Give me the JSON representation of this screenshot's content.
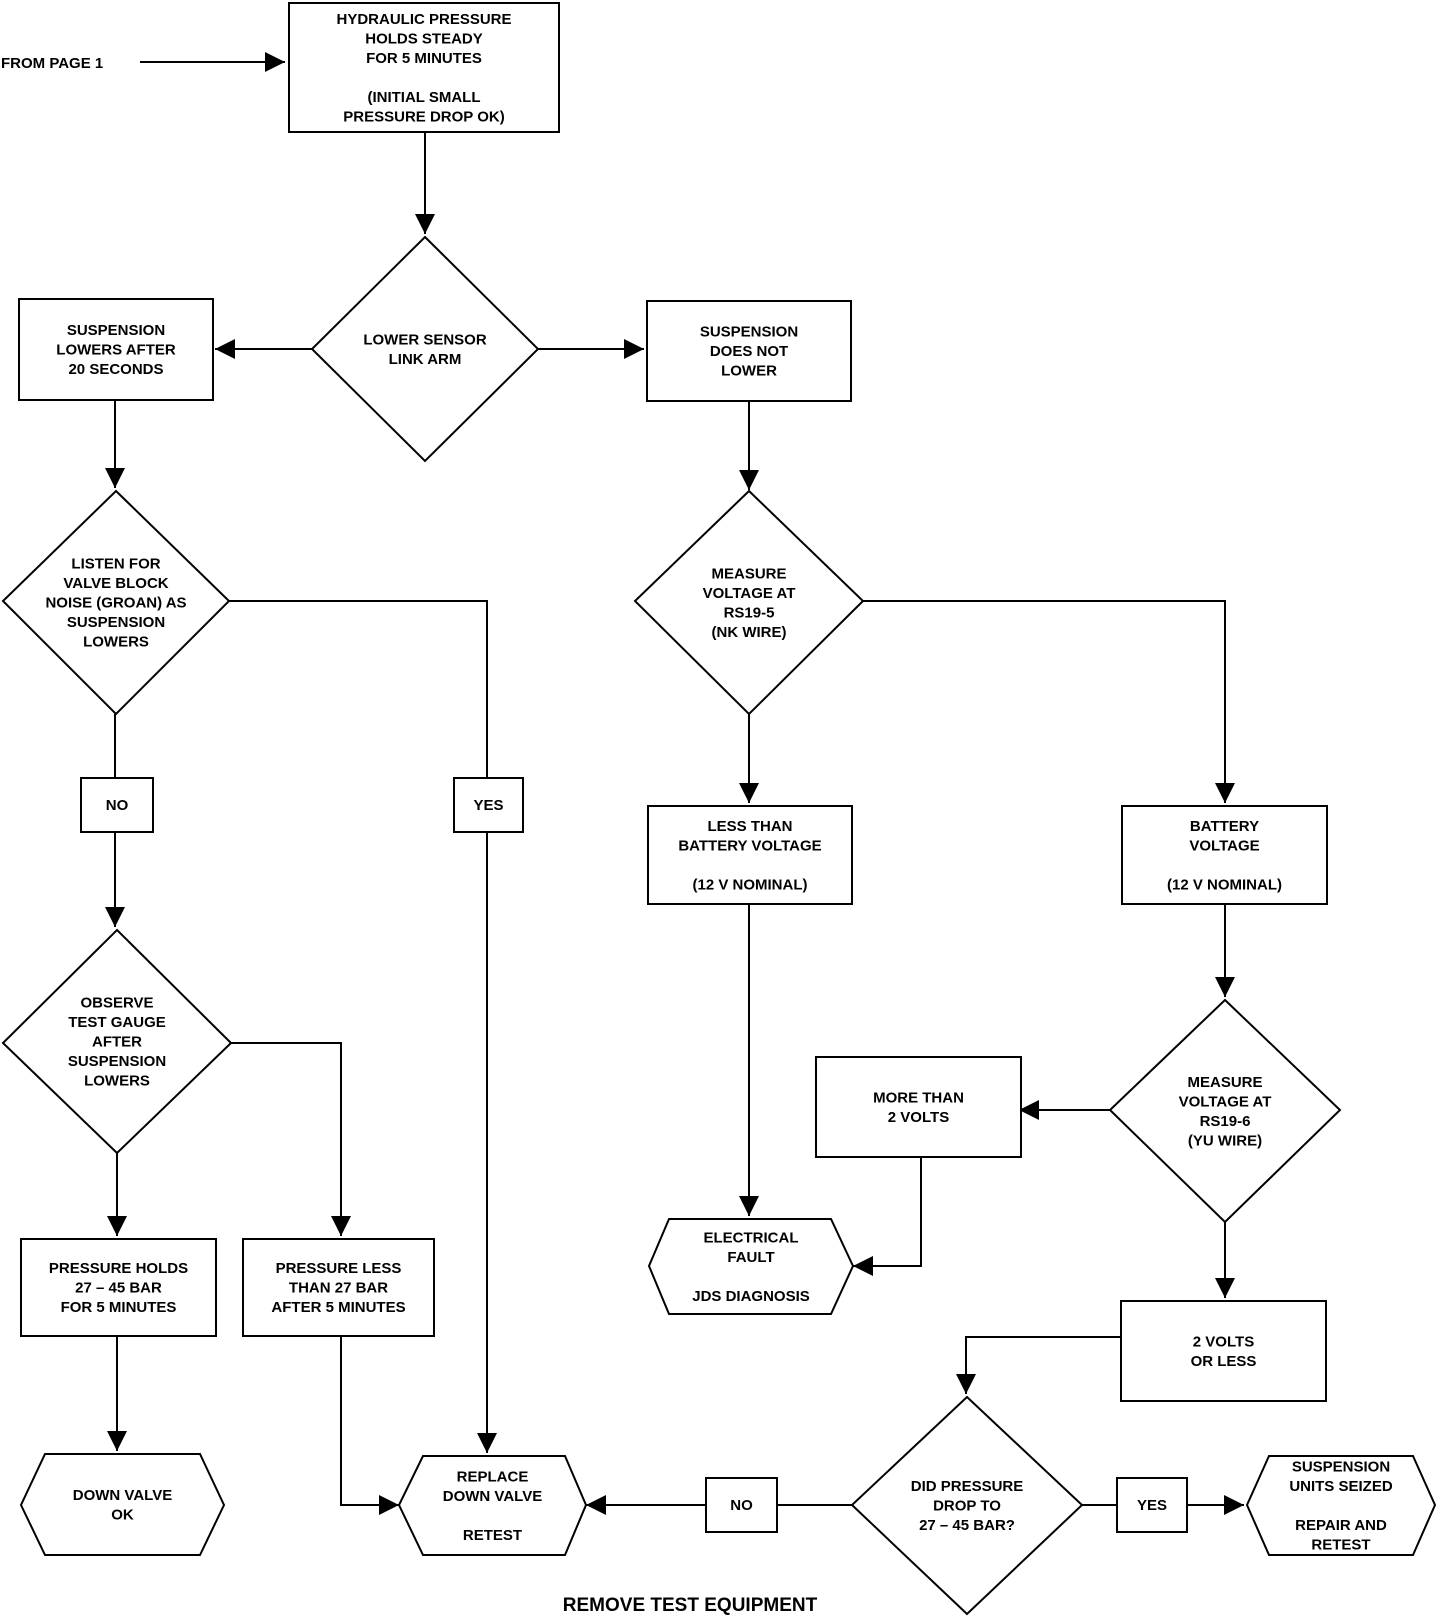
{
  "entry_label": "FROM PAGE 1",
  "footer": "REMOVE TEST EQUIPMENT",
  "nodes": {
    "holds_steady": [
      "HYDRAULIC PRESSURE",
      "HOLDS STEADY",
      "FOR 5 MINUTES",
      "",
      "(INITIAL SMALL",
      "PRESSURE DROP OK)"
    ],
    "lower_sensor": [
      "LOWER SENSOR",
      "LINK ARM"
    ],
    "lowers_after": [
      "SUSPENSION",
      "LOWERS AFTER",
      "20 SECONDS"
    ],
    "does_not_lower": [
      "SUSPENSION",
      "DOES NOT",
      "LOWER"
    ],
    "listen": [
      "LISTEN FOR",
      "VALVE BLOCK",
      "NOISE (GROAN) AS",
      "SUSPENSION",
      "LOWERS"
    ],
    "measure_rs19_5": [
      "MEASURE",
      "VOLTAGE AT",
      "RS19-5",
      "(NK WIRE)"
    ],
    "no_1": [
      "NO"
    ],
    "yes_1": [
      "YES"
    ],
    "less_than_batt": [
      "LESS THAN",
      "BATTERY VOLTAGE",
      "",
      "(12 V NOMINAL)"
    ],
    "battery_voltage": [
      "BATTERY",
      "VOLTAGE",
      "",
      "(12 V NOMINAL)"
    ],
    "observe": [
      "OBSERVE",
      "TEST GAUGE",
      "AFTER",
      "SUSPENSION",
      "LOWERS"
    ],
    "more_than_2v": [
      "MORE THAN",
      "2 VOLTS"
    ],
    "measure_rs19_6": [
      "MEASURE",
      "VOLTAGE AT",
      "RS19-6",
      "(YU WIRE)"
    ],
    "electrical_fault": [
      "ELECTRICAL",
      "FAULT",
      "",
      "JDS DIAGNOSIS"
    ],
    "pressure_holds": [
      "PRESSURE HOLDS",
      "27 – 45 BAR",
      "FOR 5 MINUTES"
    ],
    "pressure_less": [
      "PRESSURE LESS",
      "THAN 27 BAR",
      "AFTER 5 MINUTES"
    ],
    "two_volts_less": [
      "2 VOLTS",
      "OR LESS"
    ],
    "down_valve_ok": [
      "DOWN VALVE",
      "OK"
    ],
    "replace_down_valve": [
      "REPLACE",
      "DOWN VALVE",
      "",
      "RETEST"
    ],
    "no_2": [
      "NO"
    ],
    "did_pressure_drop": [
      "DID PRESSURE",
      "DROP TO",
      "27 – 45 BAR?"
    ],
    "yes_2": [
      "YES"
    ],
    "units_seized": [
      "SUSPENSION",
      "UNITS SEIZED",
      "",
      "REPAIR AND",
      "RETEST"
    ]
  }
}
